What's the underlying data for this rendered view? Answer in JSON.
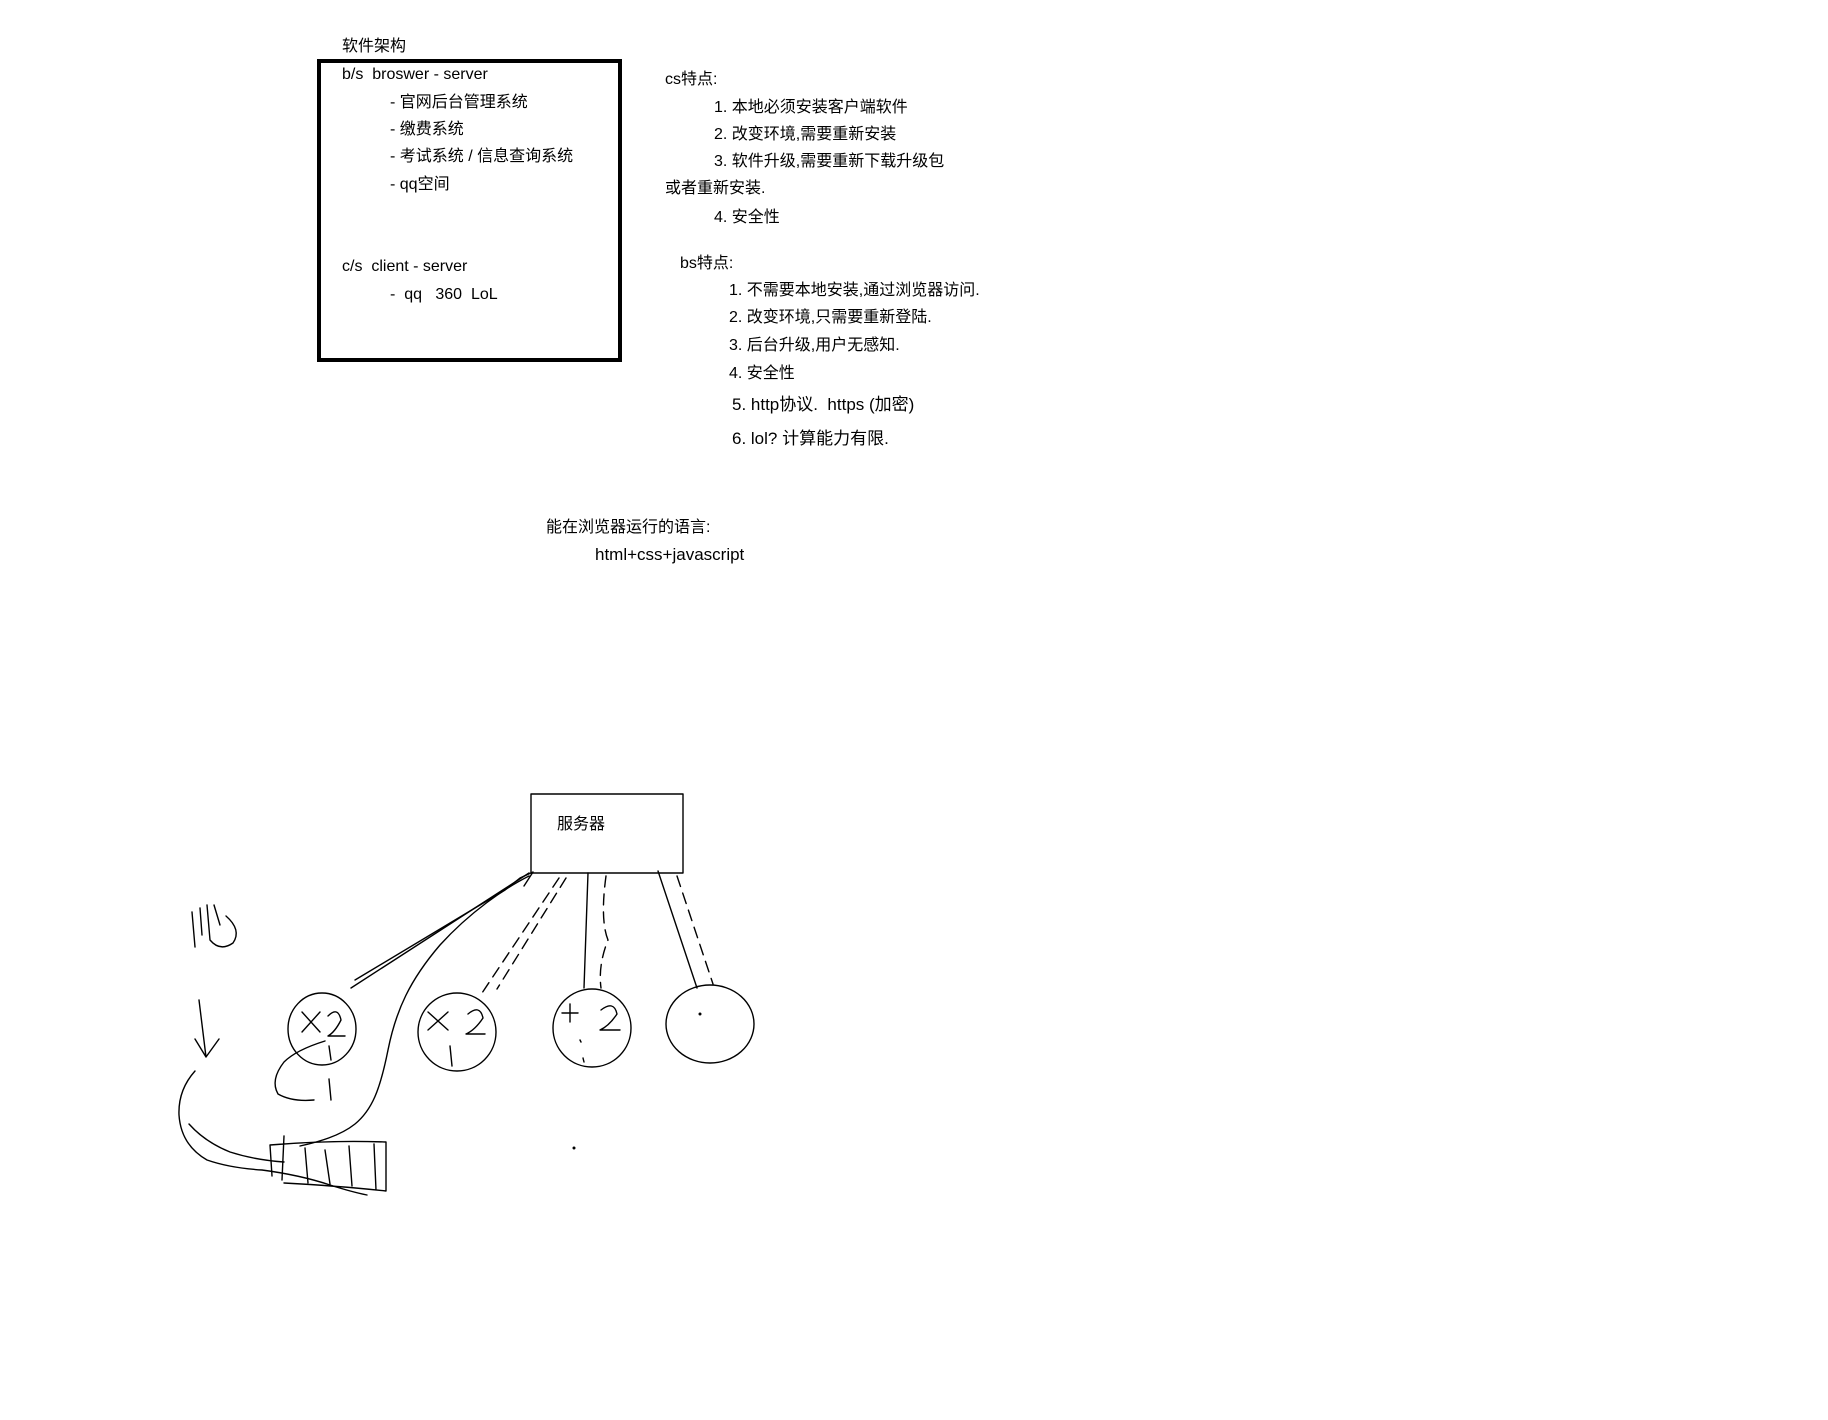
{
  "title": "软件架构",
  "architecture_box": {
    "bs_heading": "b/s  broswer - server",
    "bs_items": [
      "- 官网后台管理系统",
      "- 缴费系统",
      "- 考试系统 / 信息查询系统",
      "- qq空间"
    ],
    "cs_heading": "c/s  client - server",
    "cs_items": [
      "-  qq   360  LoL"
    ]
  },
  "cs_features": {
    "heading": "cs特点:",
    "items": [
      "1. 本地必须安装客户端软件",
      "2. 改变环境,需要重新安装",
      "3. 软件升级,需要重新下载升级包",
      "或者重新安装.",
      "4. 安全性"
    ]
  },
  "bs_features": {
    "heading": "bs特点:",
    "items": [
      "1. 不需要本地安装,通过浏览器访问.",
      "2. 改变环境,只需要重新登陆.",
      "3. 后台升级,用户无感知.",
      "4. 安全性",
      "5. http协议.  https (加密)",
      "6. lol? 计算能力有限."
    ]
  },
  "browser_languages": {
    "heading": "能在浏览器运行的语言:",
    "value": "html+css+javascript"
  },
  "diagram": {
    "server_label": "服务器"
  }
}
